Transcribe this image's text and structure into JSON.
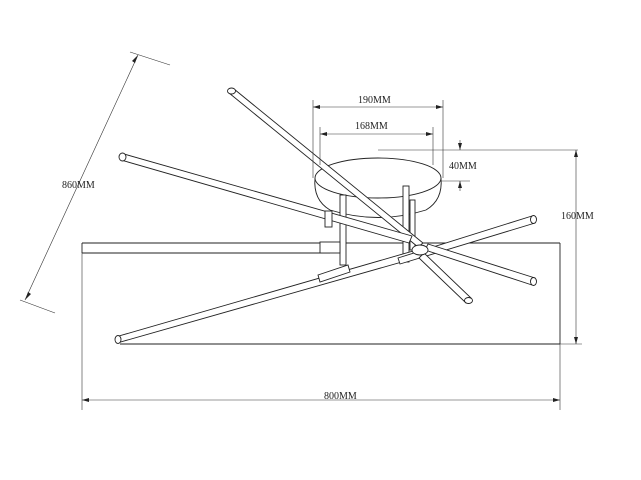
{
  "dimensions": {
    "diagonal": "860MM",
    "top_outer": "190MM",
    "top_inner": "168MM",
    "plate_height": "40MM",
    "total_height": "160MM",
    "width": "800MM"
  },
  "colors": {
    "line": "#222222",
    "background": "#ffffff"
  }
}
